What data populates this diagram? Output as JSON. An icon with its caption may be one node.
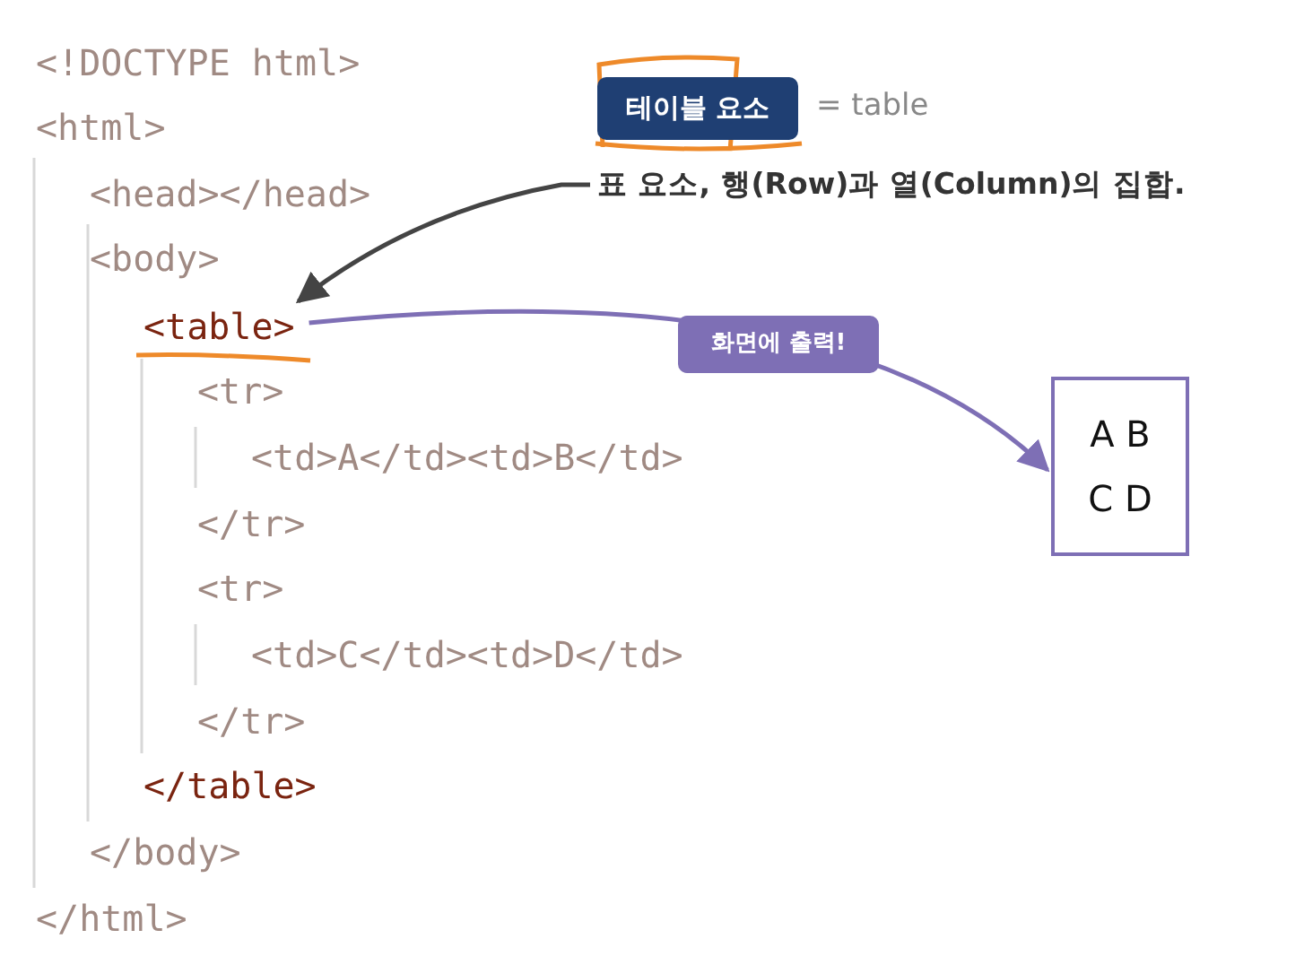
{
  "diagram": {
    "nodes": [
      {
        "text": [
          "표 요소, 행(Row)과 열(Column)의 집합."
        ]
      },
      {
        "text": [
          "<table>"
        ]
      },
      {
        "text": [
          "A B",
          "C D"
        ]
      }
    ],
    "edges": [
      {
        "from": 0,
        "to": 1,
        "arrow": "to",
        "color": "#444444"
      },
      {
        "from": 1,
        "to": 2,
        "arrow": "to",
        "label": "화면에 출력!",
        "color": "#7e6fb5"
      }
    ],
    "labels": [
      "<!DOCTYPE html>",
      "<html>",
      "테이블 요소",
      "= table",
      "<head></head>",
      "<body>",
      "<tr>",
      "<td>A</td><td>B</td>",
      "</tr>",
      "<tr>",
      "<td>C</td><td>D</td>",
      "</tr>",
      "</table>",
      "</body>",
      "</html>"
    ]
  }
}
